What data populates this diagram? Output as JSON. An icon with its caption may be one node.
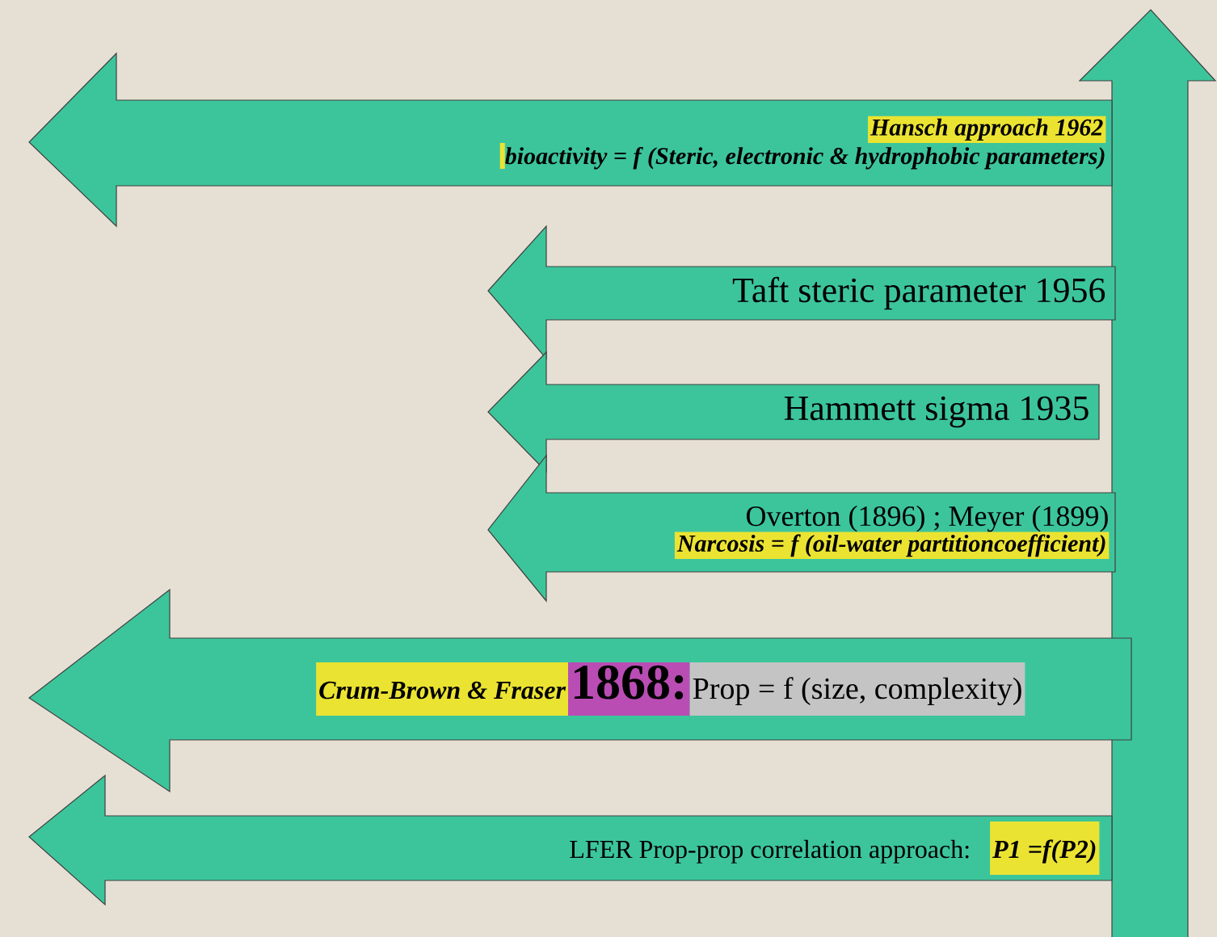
{
  "diagram": {
    "nodes": [
      {
        "text": [],
        "shape": "arrow"
      },
      {
        "text": [
          "Hansch approach 1962",
          "bioactivity   = f (Steric, electronic & hydrophobic parameters)"
        ]
      },
      {
        "text": [
          "Taft steric parameter 1956"
        ]
      },
      {
        "text": [
          "Hammett  sigma  1935"
        ]
      },
      {
        "text": [
          "Overton (1896) ; Meyer (1899)",
          "Narcosis = f (oil-water partitioncoefficient)"
        ]
      },
      {
        "text": [
          "Crum-Brown & Fraser",
          "1868:",
          "Prop = f (size, complexity)"
        ]
      },
      {
        "text": [
          "LFER Prop-prop correlation  approach:",
          "P1 =f(P2)"
        ]
      }
    ]
  }
}
